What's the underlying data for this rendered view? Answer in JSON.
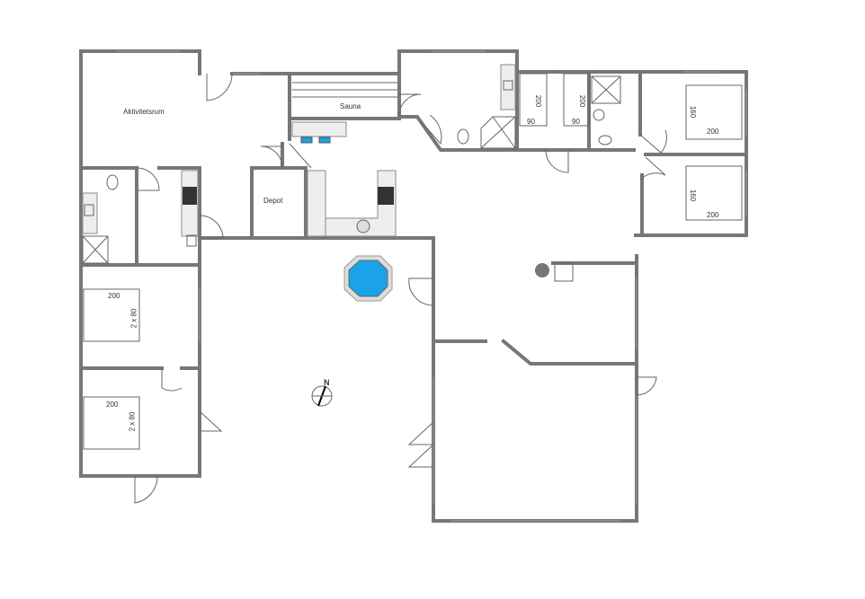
{
  "rooms": {
    "activity_room": "Aktivitetsrum",
    "sauna": "Sauna",
    "depot": "Depot"
  },
  "beds": {
    "bed1_length": "200",
    "bed1_width": "90",
    "bed2_length": "200",
    "bed2_width": "90",
    "bed3_width": "160",
    "bed3_length": "200",
    "bed4_width": "160",
    "bed4_length": "200",
    "bed5_length": "200",
    "bed5_width": "2 x 80",
    "bed6_length": "200",
    "bed6_width": "2 x 80"
  },
  "compass": {
    "north": "N"
  },
  "colors": {
    "wall": "#777777",
    "pool": "#1aa3e6"
  }
}
